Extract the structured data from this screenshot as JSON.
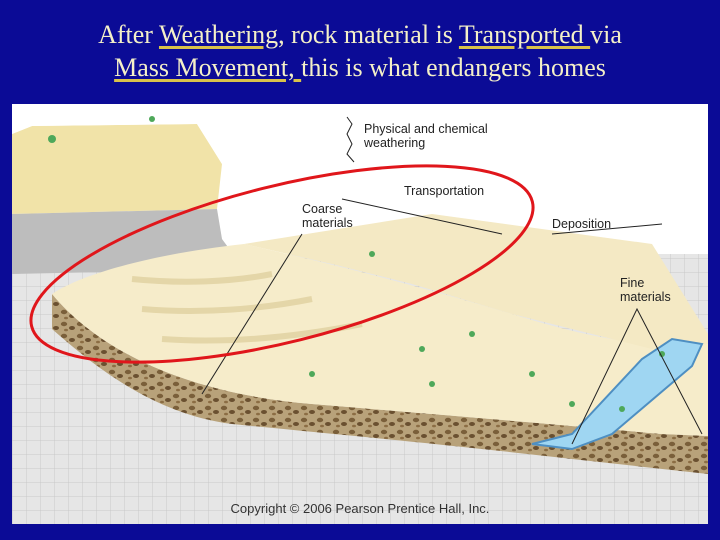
{
  "title": {
    "part1": "After ",
    "word1": "Weathering",
    "part2": ", rock material is ",
    "word2": "Transported ",
    "part3": "via",
    "word3": "Mass Movement, ",
    "part4": "this is what endangers homes"
  },
  "diagram": {
    "labels": {
      "weathering": "Physical and chemical\nweathering",
      "transportation": "Transportation",
      "coarse": "Coarse\nmaterials",
      "deposition": "Deposition",
      "fine": "Fine\nmaterials"
    },
    "copyright": "Copyright © 2006 Pearson Prentice Hall, Inc."
  },
  "colors": {
    "background": "#0b0b96",
    "title_text": "#f4f0c8",
    "highlight_ellipse": "#e0161b"
  }
}
